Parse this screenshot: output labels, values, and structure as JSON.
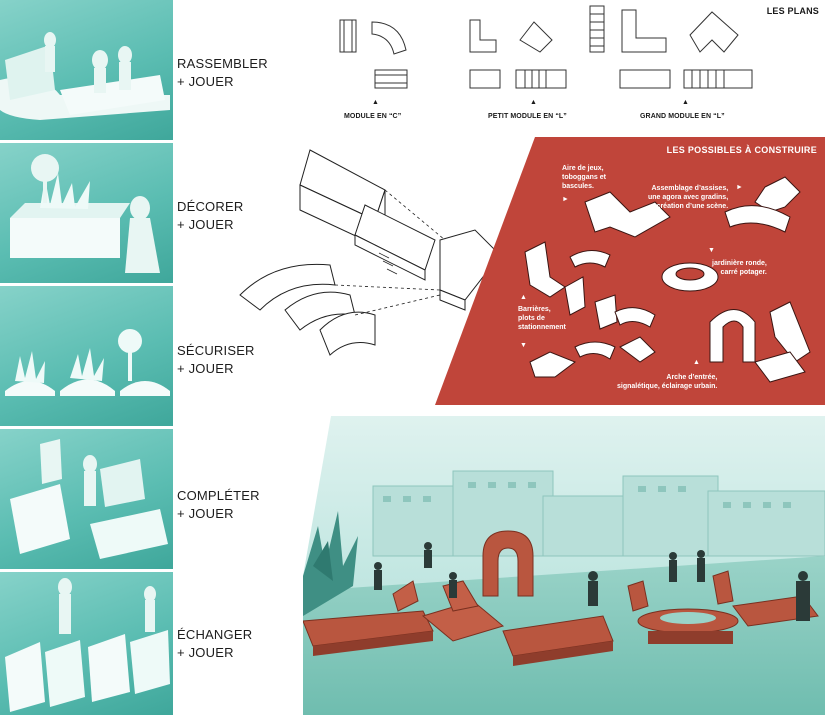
{
  "actions": [
    {
      "verb": "RASSEMBLER",
      "plus": "+ JOUER"
    },
    {
      "verb": "DÉCORER",
      "plus": "+ JOUER"
    },
    {
      "verb": "SÉCURISER",
      "plus": "+ JOUER"
    },
    {
      "verb": "COMPLÉTER",
      "plus": "+ JOUER"
    },
    {
      "verb": "ÉCHANGER",
      "plus": "+ JOUER"
    }
  ],
  "plans": {
    "title": "LES PLANS",
    "captions": [
      "MODULE EN “C”",
      "PETIT MODULE EN “L”",
      "GRAND MODULE EN “L”"
    ],
    "caret": "▲"
  },
  "possibles": {
    "title": "LES POSSIBLES À CONSTRUIRE",
    "notes": {
      "aire_de_jeux": [
        "Aire de jeux,",
        "toboggans et",
        "bascules."
      ],
      "assemblage": [
        "Assemblage d’assises,",
        "une agora avec gradins,",
        "création d’une scène."
      ],
      "jardiniere": [
        "jardinière ronde,",
        "carré potager."
      ],
      "barrieres": [
        "Barrières,",
        "plots de",
        "stationnement"
      ],
      "arche": [
        "Arche d’entrée,",
        "signalétique, éclairage urbain."
      ]
    },
    "arrow_right": "►",
    "arrow_down": "▼",
    "arrow_left": "◄"
  },
  "colors": {
    "teal": "#5bbdb2",
    "red": "#c0453a",
    "rust": "#b9563f"
  }
}
